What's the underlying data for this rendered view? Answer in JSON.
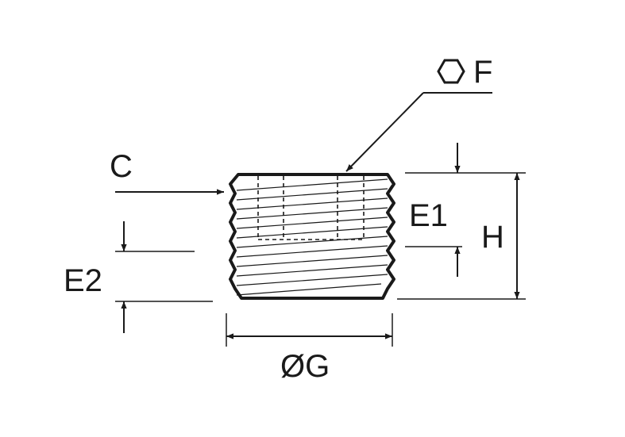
{
  "labels": {
    "hex_symbol": "⬡",
    "F": "F",
    "C": "C",
    "E1": "E1",
    "H": "H",
    "E2": "E2",
    "G": "ØG"
  },
  "colors": {
    "line": "#1a1a1a",
    "background": "#ffffff"
  }
}
